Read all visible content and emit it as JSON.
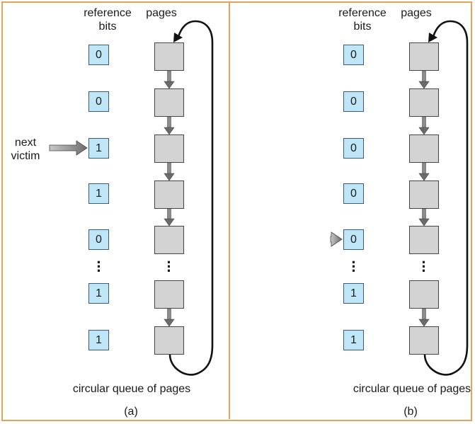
{
  "panels": [
    {
      "label": "(a)",
      "header_ref": "reference\nbits",
      "header_pages": "pages",
      "bits": [
        "0",
        "0",
        "1",
        "1",
        "0",
        "1",
        "1"
      ],
      "pointer_label": "next\nvictim",
      "pointer_row": 2,
      "caption": "circular queue of pages"
    },
    {
      "label": "(b)",
      "header_ref": "reference\nbits",
      "header_pages": "pages",
      "bits": [
        "0",
        "0",
        "0",
        "0",
        "0",
        "1",
        "1"
      ],
      "pointer_label": "",
      "pointer_row": 4,
      "caption": "circular queue of pages"
    }
  ],
  "colors": {
    "border": "#e3a35a",
    "bit_fill": "#bfe6f7",
    "page_fill": "#d3d3d3"
  }
}
